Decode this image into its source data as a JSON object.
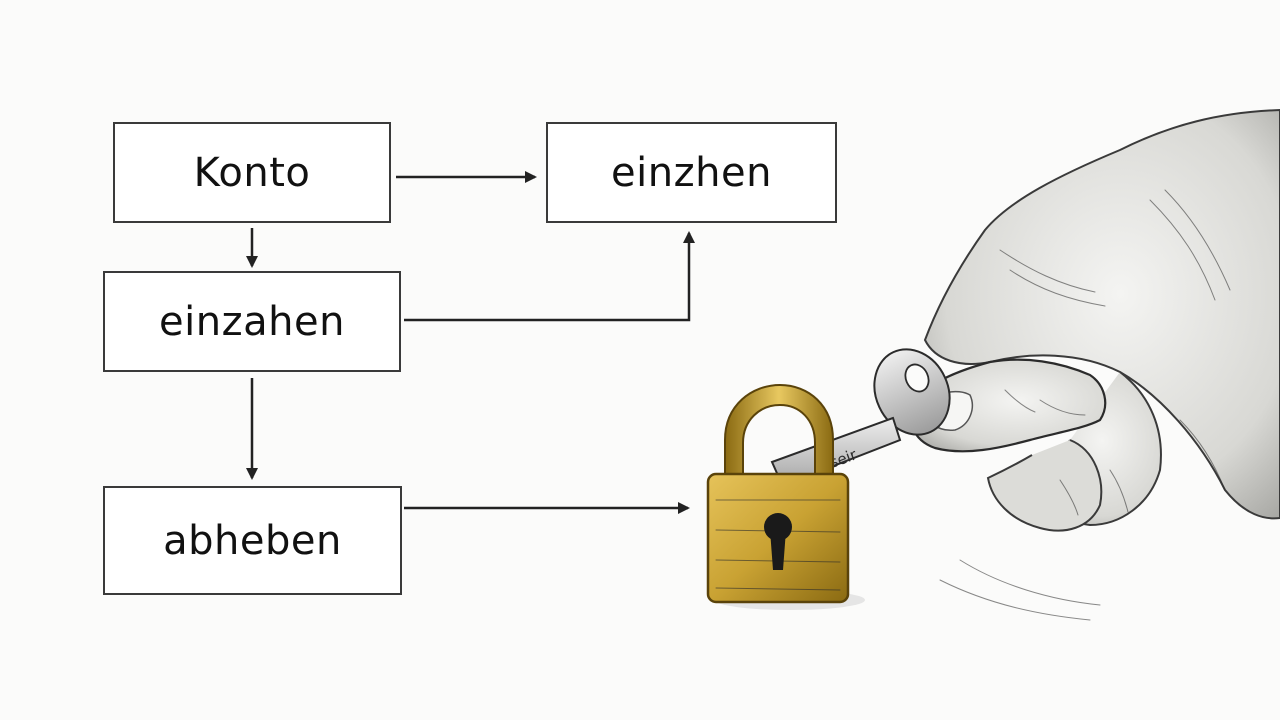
{
  "diagram": {
    "nodes": {
      "konto": "Konto",
      "einzhen": "einzhen",
      "einzahen": "einzahen",
      "abheben": "abheben"
    },
    "edges": [
      {
        "from": "konto",
        "to": "einzhen"
      },
      {
        "from": "konto",
        "to": "einzahen"
      },
      {
        "from": "einzahen",
        "to": "einzhen"
      },
      {
        "from": "einzahen",
        "to": "abheben"
      },
      {
        "from": "abheben",
        "to": "padlock"
      }
    ]
  },
  "illustration": {
    "key_engraving": "seir",
    "icons": [
      "hand-icon",
      "key-icon",
      "padlock-icon"
    ],
    "colors": {
      "padlock_gold": "#c9a233",
      "padlock_dark": "#8a6a12",
      "line": "#2b2b2b",
      "skin_shade": "#9a9a9a"
    }
  }
}
